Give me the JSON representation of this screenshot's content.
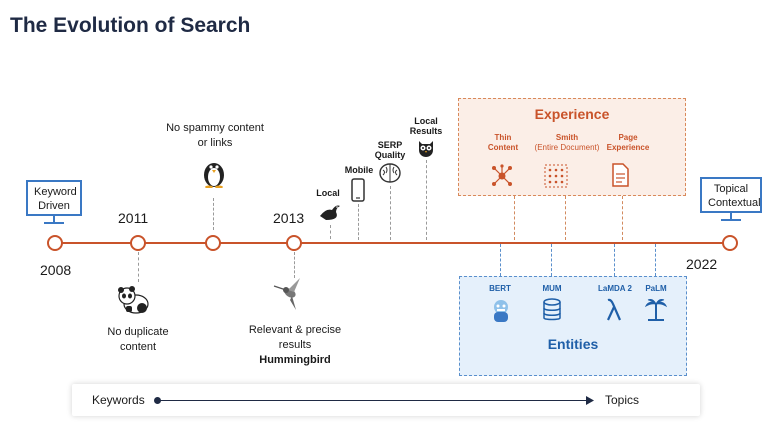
{
  "title": "The Evolution of Search",
  "years": {
    "y2008": "2008",
    "y2011": "2011",
    "y2013": "2013",
    "y2022": "2022"
  },
  "start_monitor": "Keyword\nDriven",
  "end_monitor": "Topical\nContextual",
  "penguin_text": "No spammy content\nor links",
  "panda_text": "No duplicate\ncontent",
  "hummingbird_text": "Relevant & precise\nresults",
  "hummingbird_name": "Hummingbird",
  "mini_labels": {
    "local": "Local",
    "mobile": "Mobile",
    "serp": "SERP\nQuality",
    "local_results": "Local\nResults"
  },
  "experience": {
    "title": "Experience",
    "thin": "Thin\nContent",
    "smith": "Smith",
    "smith_sub": "(Entire Document)",
    "page": "Page\nExperience"
  },
  "entities": {
    "title": "Entities",
    "bert": "BERT",
    "mum": "MUM",
    "lamda": "LaMDA 2",
    "palm": "PaLM"
  },
  "bottom": {
    "left": "Keywords",
    "right": "Topics"
  },
  "colors": {
    "timeline": "#c9532a",
    "experience": "#c9532a",
    "entities": "#1f5fa8",
    "monitor": "#3a78c4"
  }
}
